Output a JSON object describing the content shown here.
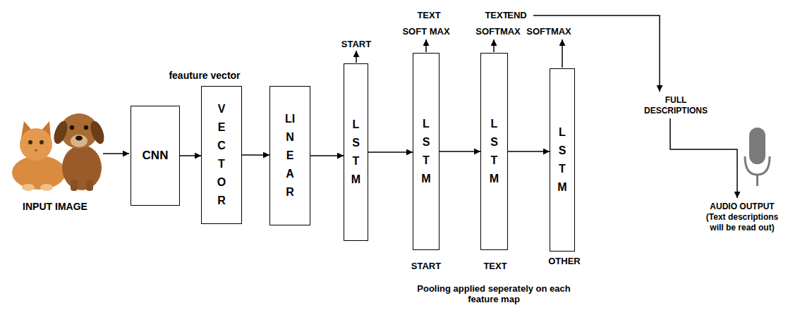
{
  "diagram": {
    "nodes": [
      {
        "text": [
          "CNN"
        ]
      },
      {
        "text": [
          "VECTOR"
        ]
      },
      {
        "text": [
          "LINEAR"
        ]
      },
      {
        "text": [
          "LSTM"
        ]
      },
      {
        "text": [
          "LSTM"
        ]
      },
      {
        "text": [
          "LSTM"
        ]
      },
      {
        "text": [
          "LSTM"
        ]
      }
    ],
    "edges": [
      {
        "from": 0,
        "to": 1,
        "arrow": "to"
      },
      {
        "from": 1,
        "to": 2,
        "arrow": "to"
      },
      {
        "from": 2,
        "to": 3,
        "arrow": "to"
      },
      {
        "from": 3,
        "to": 4,
        "arrow": "to"
      },
      {
        "from": 4,
        "to": 5,
        "arrow": "to"
      },
      {
        "from": 5,
        "to": 6,
        "arrow": "to"
      }
    ],
    "labels": [
      "INPUT IMAGE",
      "feauture vector",
      "START",
      "TEXT",
      "SOFT MAX",
      "TEXT",
      "SOFTMAX",
      "END",
      "SOFTMAX",
      "FULL DESCRIPTIONS",
      "START",
      "TEXT",
      "OTHER",
      "Pooling applied seperately on each feature map",
      "AUDIO OUTPUT",
      "(Text descriptions will be read out)"
    ]
  }
}
